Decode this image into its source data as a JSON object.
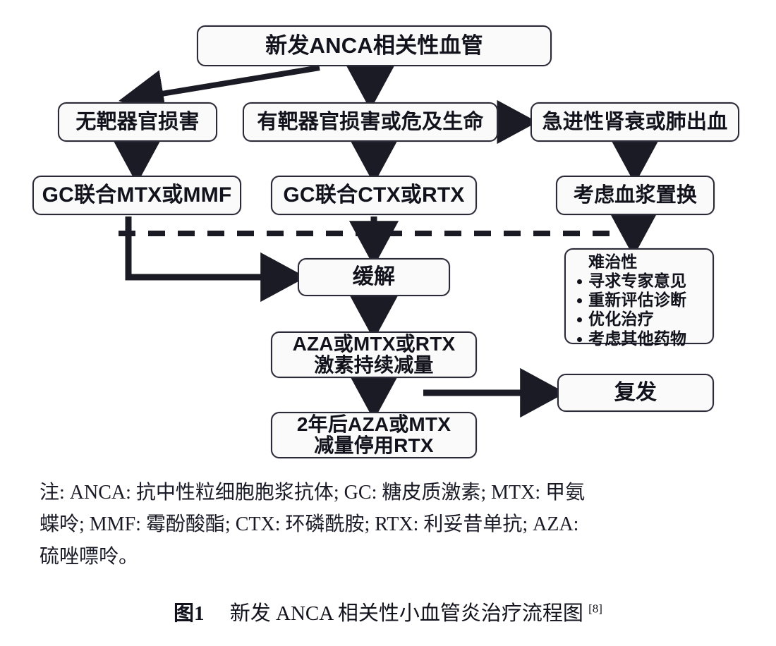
{
  "figure": {
    "nodes": {
      "top": "新发ANCA相关性血管",
      "no_organ_damage": "无靶器官损害",
      "organ_damage": "有靶器官损害或危及生命",
      "rpgn_or_hemorrhage": "急进性肾衰或肺出血",
      "gc_mtx_mmf": "GC联合MTX或MMF",
      "gc_ctx_rtx": "GC联合CTX或RTX",
      "plasma_exchange": "考虑血浆置换",
      "remission": "缓解",
      "maintenance_line1": "AZA或MTX或RTX",
      "maintenance_line2": "激素持续减量",
      "taper_line1": "2年后AZA或MTX",
      "taper_line2": "减量停用RTX",
      "relapse": "复发",
      "refractory_title": "难治性",
      "refractory_items": [
        "寻求专家意见",
        "重新评估诊断",
        "优化治疗",
        "考虑其他药物"
      ]
    },
    "notes": {
      "line1": "注: ANCA: 抗中性粒细胞胞浆抗体; GC: 糖皮质激素; MTX: 甲氨",
      "line2": "蝶呤; MMF: 霉酚酸酯; CTX: 环磷酰胺; RTX: 利妥昔单抗; AZA:",
      "line3": "硫唑嘌呤。"
    },
    "caption": {
      "figure_label": "图1",
      "title": "新发 ANCA 相关性小血管炎治疗流程图",
      "reference": "[8]"
    },
    "colors": {
      "line": "#1b1b26",
      "box_border": "#2b2b38",
      "box_fill": "#fafafa",
      "text": "#12121c",
      "background": "#ffffff"
    }
  }
}
